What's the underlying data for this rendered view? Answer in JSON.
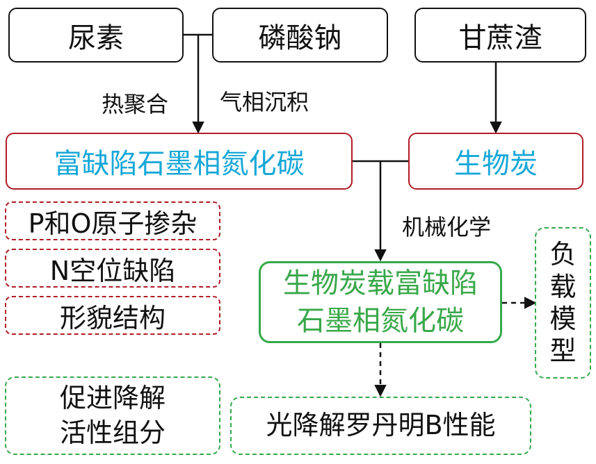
{
  "inputs": {
    "urea": "尿素",
    "sodium_phosphate": "磷酸钠",
    "bagasse": "甘蔗渣"
  },
  "process_labels": {
    "thermal_polymerization": "热聚合",
    "vapor_deposition": "气相沉积",
    "mechanochemistry": "机械化学"
  },
  "intermediates": {
    "defect_rich_gcn": "富缺陷石墨相氮化碳",
    "biochar": "生物炭"
  },
  "features": [
    "P和O原子掺杂",
    "N空位缺陷",
    "形貌结构"
  ],
  "product": {
    "line1": "生物炭载富缺陷",
    "line2": "石墨相氮化碳"
  },
  "outcomes": {
    "loading_model": "负载模型",
    "degradation_components": "促进降解\n活性组分",
    "photodegradation": "光降解罗丹明B性能"
  },
  "colors": {
    "arrow": "#111111",
    "red_border": "#b01c24",
    "green_border": "#33a94a",
    "cyan_text": "#17a8d8",
    "green_text": "#3aa84a"
  }
}
